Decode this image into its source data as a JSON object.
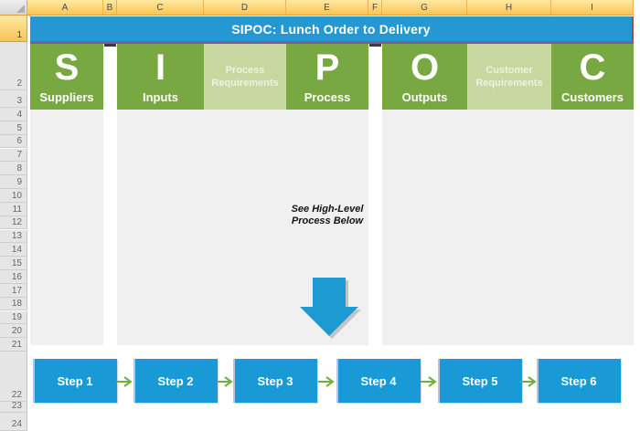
{
  "title": "SIPOC: Lunch Order to Delivery",
  "grid": {
    "column_letters": [
      "A",
      "B",
      "C",
      "D",
      "E",
      "F",
      "G",
      "H",
      "I"
    ],
    "row_numbers": [
      "1",
      "2",
      "3",
      "4",
      "5",
      "6",
      "7",
      "8",
      "9",
      "10",
      "11",
      "12",
      "13",
      "14",
      "15",
      "16",
      "17",
      "18",
      "19",
      "20",
      "21",
      "22",
      "23",
      "24"
    ]
  },
  "sipoc": {
    "letter_blocks": [
      {
        "letter": "S",
        "label": "Suppliers",
        "col": "A"
      },
      {
        "letter": "I",
        "label": "Inputs",
        "col": "C"
      },
      {
        "letter": "P",
        "label": "Process",
        "col": "E"
      },
      {
        "letter": "O",
        "label": "Outputs",
        "col": "G"
      },
      {
        "letter": "C",
        "label": "Customers",
        "col": "I"
      }
    ],
    "requirement_blocks": [
      {
        "label": "Process Requirements",
        "col": "D"
      },
      {
        "label": "Customer Requirements",
        "col": "H"
      }
    ]
  },
  "annotation": {
    "text": "See High-Level Process Below"
  },
  "process_steps": [
    {
      "label": "Step 1"
    },
    {
      "label": "Step 2"
    },
    {
      "label": "Step 3"
    },
    {
      "label": "Step 4"
    },
    {
      "label": "Step 5"
    },
    {
      "label": "Step 6"
    }
  ],
  "icons": {
    "down_arrow": "down-arrow-icon",
    "step_connector": "right-arrow-icon",
    "select_all": "select-all-triangle-icon"
  },
  "colors": {
    "title_bar_blue": "#2598D4",
    "accent_purple": "#7B5BA3",
    "sipoc_green": "#78A841",
    "sipoc_light_green": "#C6D89F",
    "body_column_gray": "#F1F0F1",
    "step_blue": "#1999D5",
    "connector_green": "#70B03D",
    "header_gold": "#F9C455"
  }
}
